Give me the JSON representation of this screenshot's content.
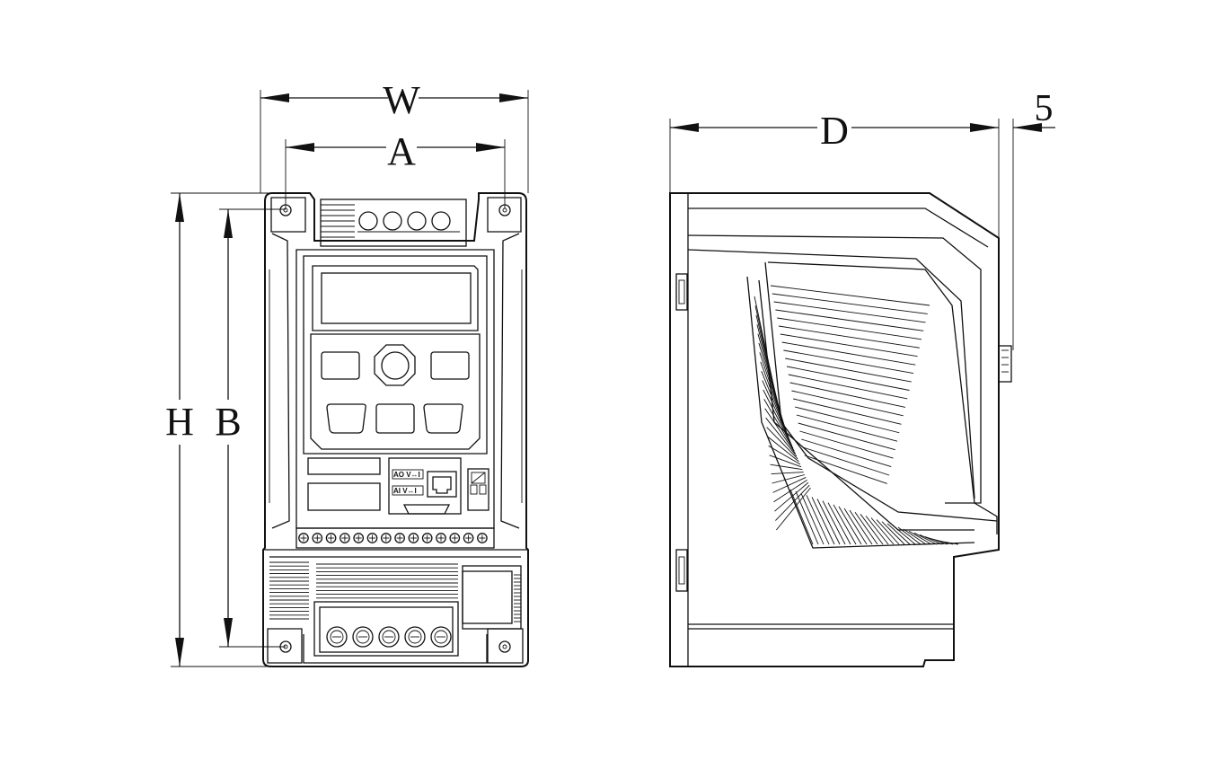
{
  "dimensions": {
    "width": "W",
    "mount_width": "A",
    "height": "H",
    "mount_height": "B",
    "depth": "D",
    "offset": "5"
  },
  "panel_tags": {
    "ao": "AO V↔I",
    "ai": "AI V↔I"
  }
}
